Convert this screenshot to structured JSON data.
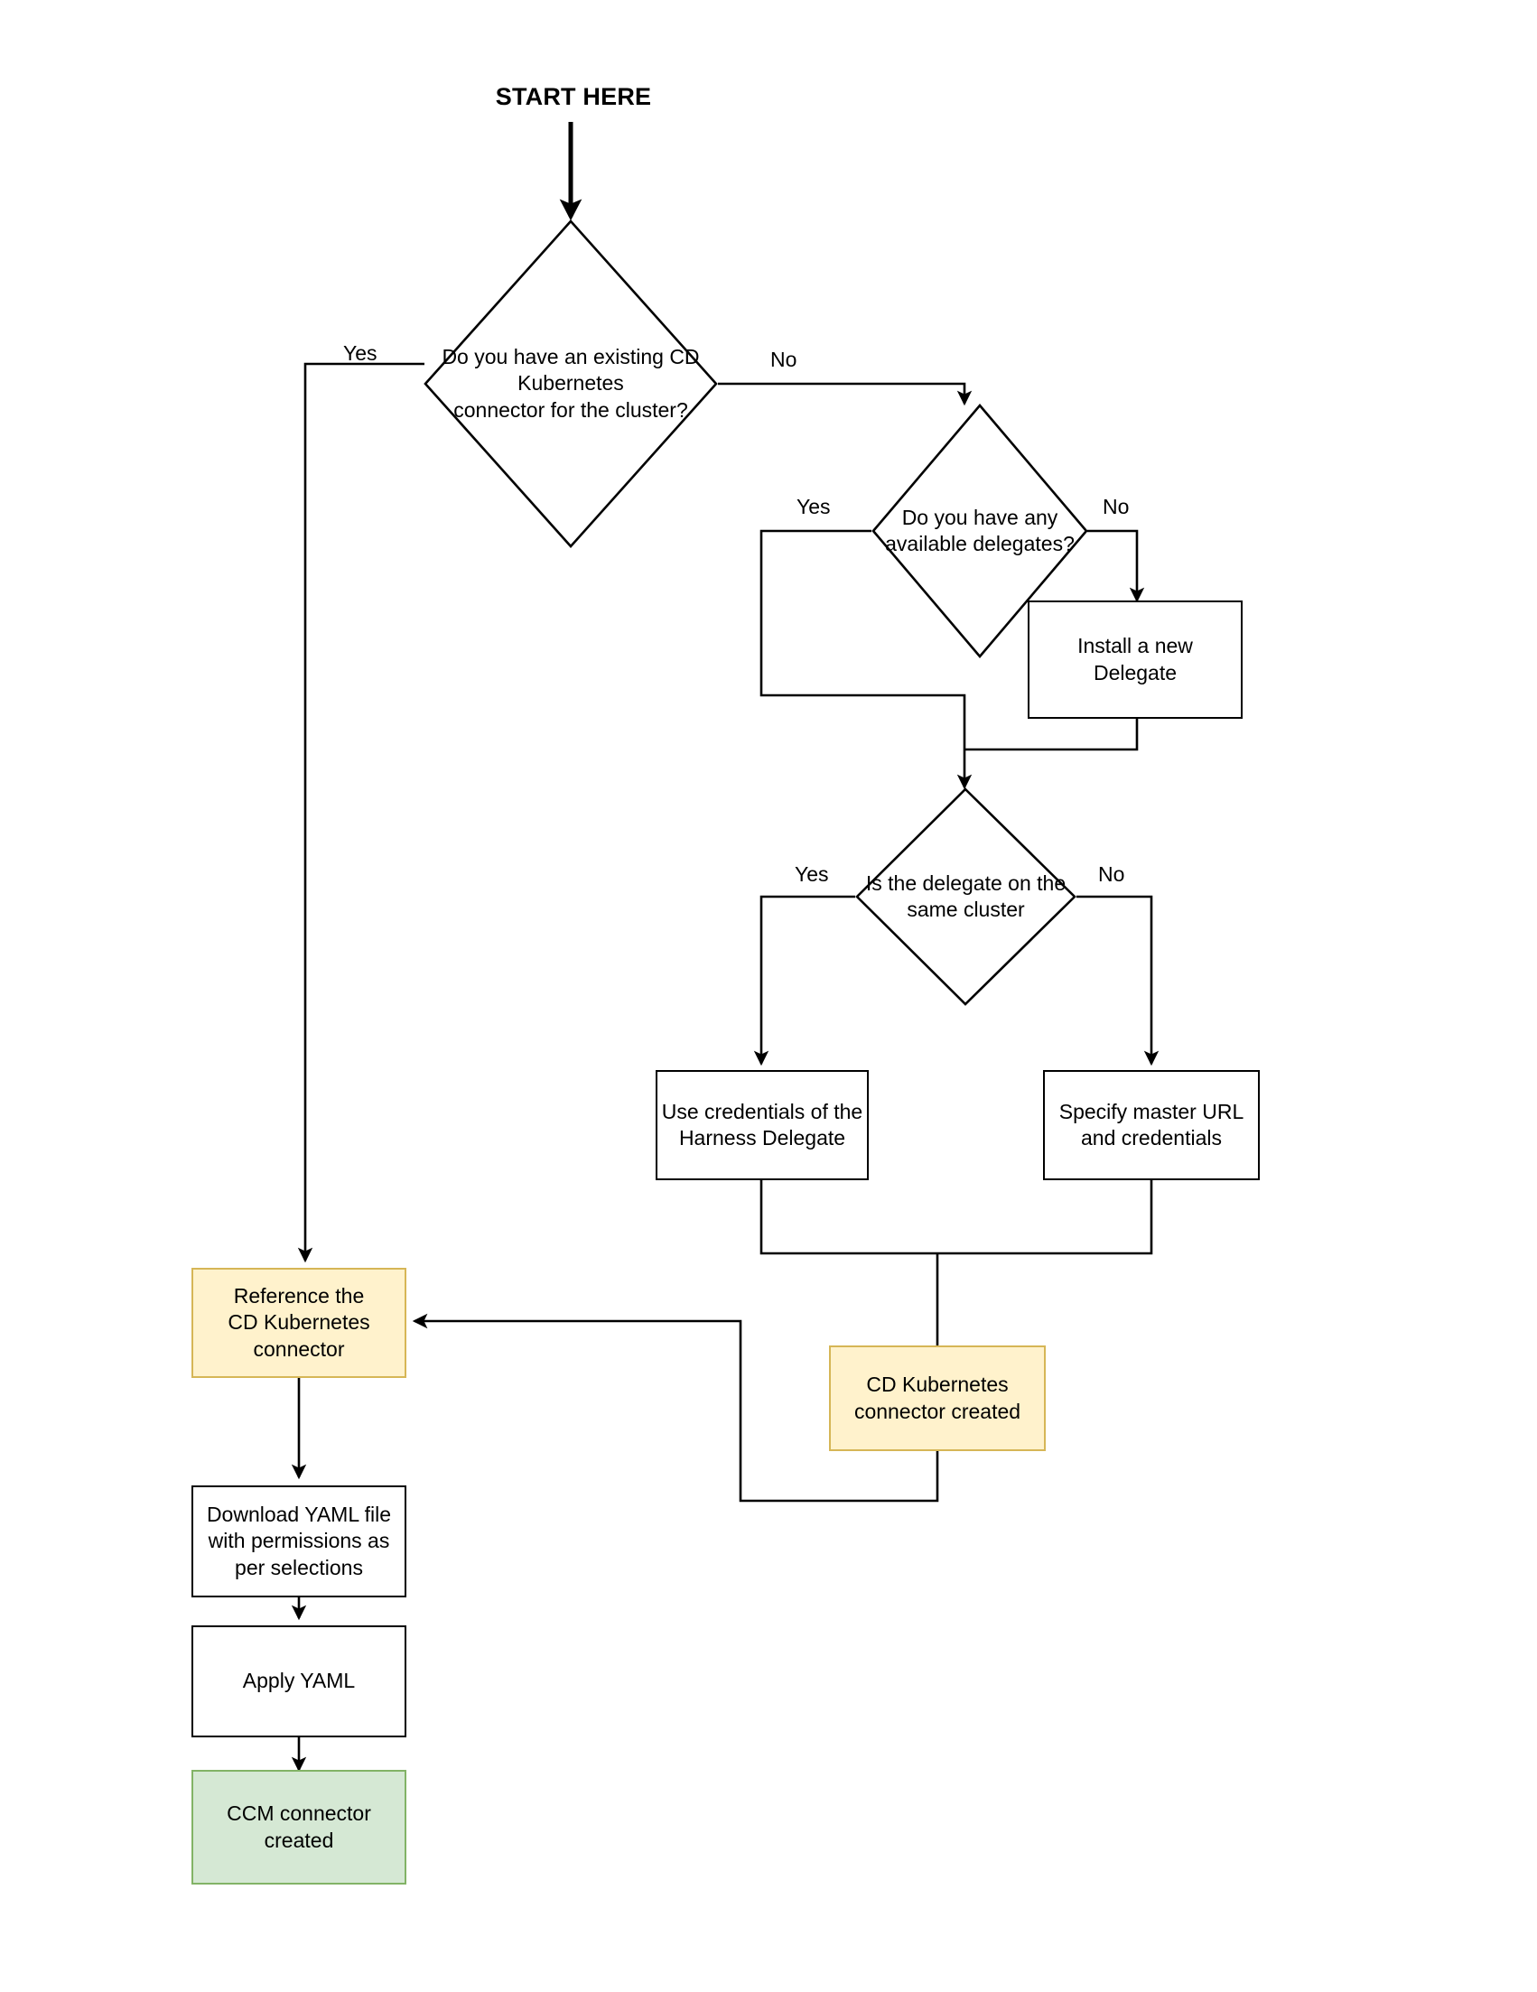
{
  "diagram": {
    "title": "START HERE",
    "type": "flowchart",
    "orientation": "top-down",
    "colors": {
      "stroke": "#000000",
      "connector": "#000000",
      "process_fill": "#ffffff",
      "accent_orange_fill": "#fff2cc",
      "accent_orange_stroke": "#d6b656",
      "accent_green_fill": "#d5e8d4",
      "accent_green_stroke": "#82b366",
      "text": "#000000"
    },
    "nodes": [
      {
        "id": "d1",
        "kind": "decision",
        "text": "Do you have an existing CD\nKubernetes\nconnector for the cluster?"
      },
      {
        "id": "d2",
        "kind": "decision",
        "text": "Do you have any\navailable delegates?"
      },
      {
        "id": "install_delegate",
        "kind": "process",
        "text": "Install a new\nDelegate"
      },
      {
        "id": "d3",
        "kind": "decision",
        "text": "Is the delegate on the\nsame cluster"
      },
      {
        "id": "use_creds",
        "kind": "process",
        "text": "Use credentials of the\nHarness Delegate"
      },
      {
        "id": "specify_master",
        "kind": "process",
        "text": "Specify master URL\nand credentials"
      },
      {
        "id": "reference_connector",
        "kind": "accent-orange",
        "text": "Reference the\nCD Kubernetes\nconnector"
      },
      {
        "id": "cd_connector_created",
        "kind": "accent-orange",
        "text": "CD Kubernetes\nconnector created"
      },
      {
        "id": "download_yaml",
        "kind": "process",
        "text": "Download YAML file\nwith permissions as\nper selections"
      },
      {
        "id": "apply_yaml",
        "kind": "process",
        "text": "Apply YAML"
      },
      {
        "id": "ccm_connector_created",
        "kind": "accent-green",
        "text": "CCM connector\ncreated"
      }
    ],
    "edge_labels": [
      {
        "id": "d1-yes",
        "text": "Yes"
      },
      {
        "id": "d1-no",
        "text": "No"
      },
      {
        "id": "d2-yes",
        "text": "Yes"
      },
      {
        "id": "d2-no",
        "text": "No"
      },
      {
        "id": "d3-yes",
        "text": "Yes"
      },
      {
        "id": "d3-no",
        "text": "No"
      }
    ],
    "edges": [
      {
        "from": "start",
        "to": "d1",
        "label": ""
      },
      {
        "from": "d1",
        "to": "reference_connector",
        "label": "Yes"
      },
      {
        "from": "d1",
        "to": "d2",
        "label": "No"
      },
      {
        "from": "d2",
        "to": "d3",
        "label": "Yes"
      },
      {
        "from": "d2",
        "to": "install_delegate",
        "label": "No"
      },
      {
        "from": "install_delegate",
        "to": "d3",
        "label": ""
      },
      {
        "from": "d3",
        "to": "use_creds",
        "label": "Yes"
      },
      {
        "from": "d3",
        "to": "specify_master",
        "label": "No"
      },
      {
        "from": "use_creds",
        "to": "cd_connector_created",
        "label": ""
      },
      {
        "from": "specify_master",
        "to": "cd_connector_created",
        "label": ""
      },
      {
        "from": "cd_connector_created",
        "to": "reference_connector",
        "label": ""
      },
      {
        "from": "reference_connector",
        "to": "download_yaml",
        "label": ""
      },
      {
        "from": "download_yaml",
        "to": "apply_yaml",
        "label": ""
      },
      {
        "from": "apply_yaml",
        "to": "ccm_connector_created",
        "label": ""
      }
    ]
  }
}
